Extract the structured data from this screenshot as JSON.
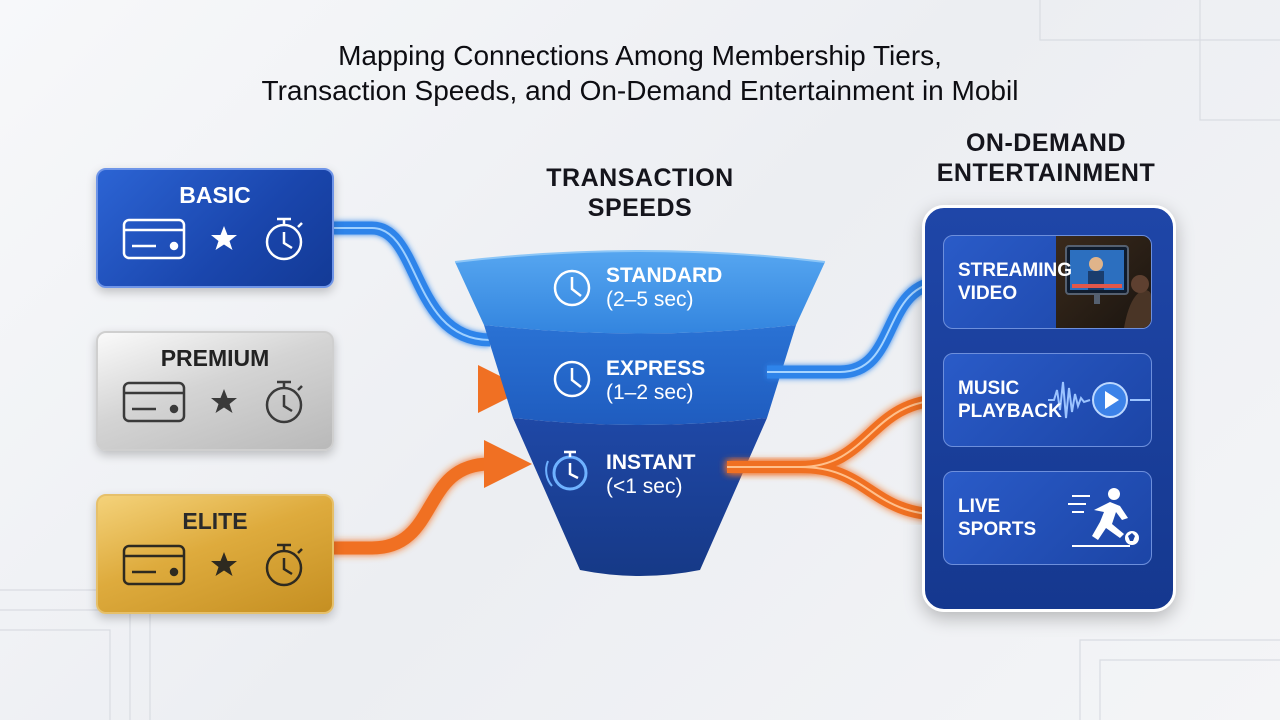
{
  "title": {
    "line1": "Mapping Connections Among Membership Tiers,",
    "line2": "Transaction Speeds, and On-Demand Entertainment in Mobil"
  },
  "sections": {
    "transaction": {
      "line1": "TRANSACTION",
      "line2": "SPEEDS"
    },
    "entertainment": {
      "line1": "ON-DEMAND",
      "line2": "ENTERTAINMENT"
    }
  },
  "tiers": [
    {
      "label": "BASIC",
      "icons": [
        "credit-card-icon",
        "star-icon",
        "stopwatch-icon"
      ],
      "color": "#1a46ad"
    },
    {
      "label": "PREMIUM",
      "icons": [
        "credit-card-icon",
        "star-icon",
        "stopwatch-icon"
      ],
      "color": "#c4c4c4"
    },
    {
      "label": "ELITE",
      "icons": [
        "credit-card-icon",
        "star-icon",
        "stopwatch-icon"
      ],
      "color": "#dba63a"
    }
  ],
  "speeds": [
    {
      "name": "STANDARD",
      "detail": "(2–5 sec)",
      "icon": "clock-icon"
    },
    {
      "name": "EXPRESS",
      "detail": "(1–2 sec)",
      "icon": "clock-icon"
    },
    {
      "name": "INSTANT",
      "detail": "(<1 sec)",
      "icon": "stopwatch-icon"
    }
  ],
  "entertainment": [
    {
      "line1": "STREAMING",
      "line2": "VIDEO",
      "icon": "video-thumbnail-icon"
    },
    {
      "line1": "MUSIC",
      "line2": "PLAYBACK",
      "icon": "play-waveform-icon"
    },
    {
      "line1": "LIVE",
      "line2": "SPORTS",
      "icon": "soccer-player-icon"
    }
  ],
  "colors": {
    "blue_flow": "#2f84ea",
    "orange_flow": "#f07023",
    "funnel_top": "#3a8fe3",
    "funnel_mid": "#2266c8",
    "funnel_bottom": "#1a3f99"
  }
}
